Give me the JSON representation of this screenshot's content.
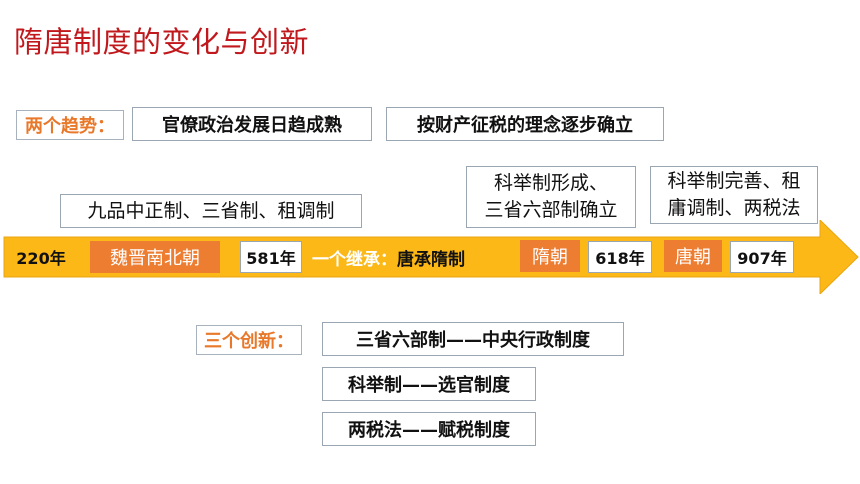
{
  "title": "隋唐制度的变化与创新",
  "trends": {
    "label": "两个趋势：",
    "items": [
      "官僚政治发展日趋成熟",
      "按财产征税的理念逐步确立"
    ]
  },
  "notes": {
    "pre_sui": "九品中正制、三省制、租调制",
    "sui_line1": "科举制形成、",
    "sui_line2": "三省六部制确立",
    "tang_line1": "科举制完善、租",
    "tang_line2": "庸调制、两税法"
  },
  "timeline": {
    "year_220": "220年",
    "period_1": "魏晋南北朝",
    "year_581": "581年",
    "inherit_label": "一个继承：",
    "inherit_text": "唐承隋制",
    "period_sui": "隋朝",
    "year_618": "618年",
    "period_tang": "唐朝",
    "year_907": "907年"
  },
  "innovations": {
    "label": "三个创新：",
    "items": [
      "三省六部制——中央行政制度",
      "科举制——选官制度",
      "两税法——赋税制度"
    ]
  },
  "colors": {
    "title": "#c0181c",
    "arrow": "#fbb817",
    "period_fill": "#ed7d31",
    "label_text": "#e8782a"
  }
}
